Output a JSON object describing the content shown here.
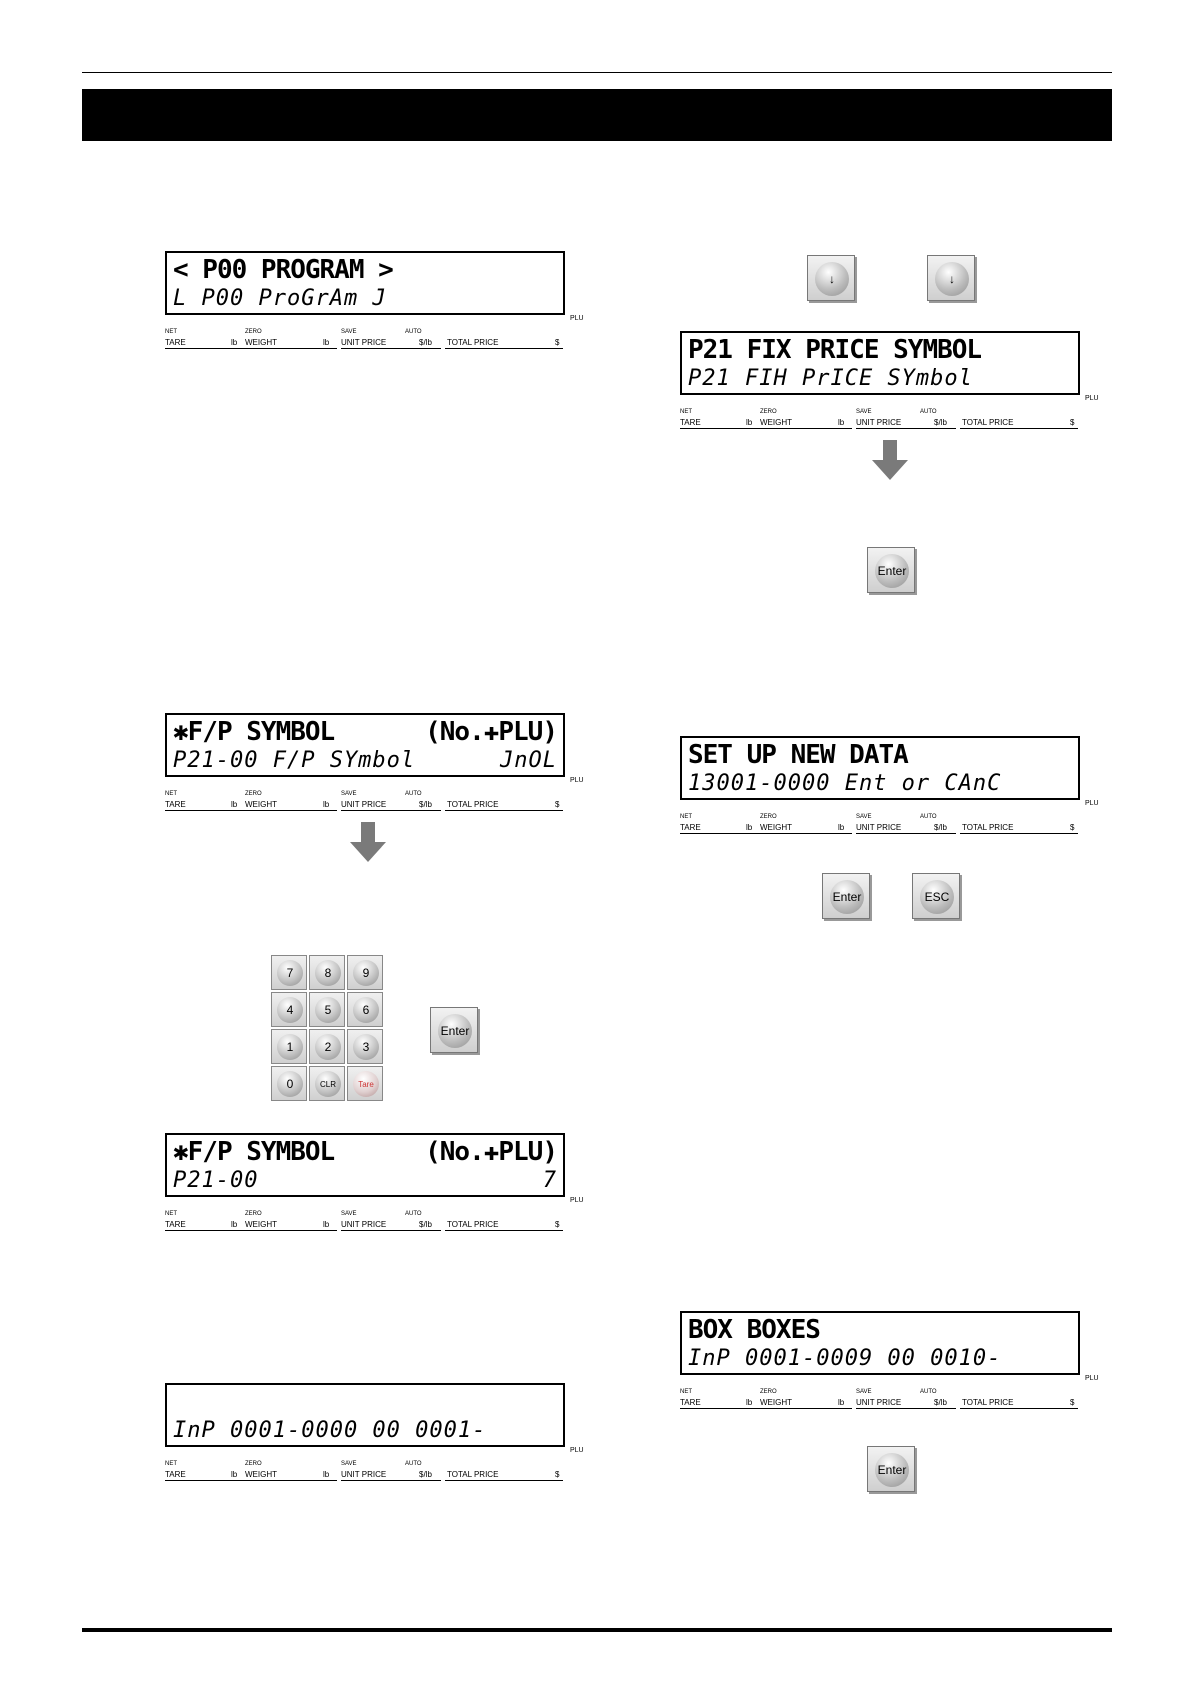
{
  "lcd_labels": {
    "net": "NET",
    "tare": "TARE",
    "lb1": "lb",
    "zero": "ZERO",
    "weight": "WEIGHT",
    "lb2": "lb",
    "save": "SAVE",
    "unit_price": "UNIT PRICE",
    "auto": "AUTO",
    "per_lb": "$/lb",
    "total_price": "TOTAL PRICE",
    "dollar": "$",
    "plu": "PLU"
  },
  "displays": {
    "p00": {
      "line1": "< P00 PROGRAM >",
      "line2": "L P00 ProGrAm J",
      "line1_right": "",
      "line2_right": ""
    },
    "fp_symbol_1": {
      "line1": "✱F/P SYMBOL",
      "line1_right": "(No.✚PLU)",
      "line2": "P21-00 F/P SYmbol",
      "line2_right": "JnOL"
    },
    "fp_symbol_2": {
      "line1": "✱F/P SYMBOL",
      "line1_right": "(No.✚PLU)",
      "line2": "P21-00",
      "line2_right": "7"
    },
    "inp_0001": {
      "line1": "",
      "line1_right": "",
      "line2": "InP 0001-0000 00 0001-",
      "line2_right": ""
    },
    "p21": {
      "line1": "P21 FIX PRICE SYMBOL",
      "line1_right": "",
      "line2": "P21 FIH PrICE SYmbol",
      "line2_right": ""
    },
    "setup": {
      "line1": "SET UP NEW DATA",
      "line1_right": "",
      "line2": "13001-0000 Ent  or CAnC",
      "line2_right": ""
    },
    "box": {
      "line1": "BOX BOXES",
      "line1_right": "",
      "line2": "InP 0001-0009 00 0010-",
      "line2_right": ""
    }
  },
  "keys": {
    "down": "↓",
    "enter": "Enter",
    "esc": "ESC",
    "numpad": [
      "7",
      "8",
      "9",
      "4",
      "5",
      "6",
      "1",
      "2",
      "3",
      "0",
      "CLR",
      "Tare"
    ]
  },
  "colors": {
    "arrow": "#7a7a7a",
    "header_bar": "#000000"
  }
}
